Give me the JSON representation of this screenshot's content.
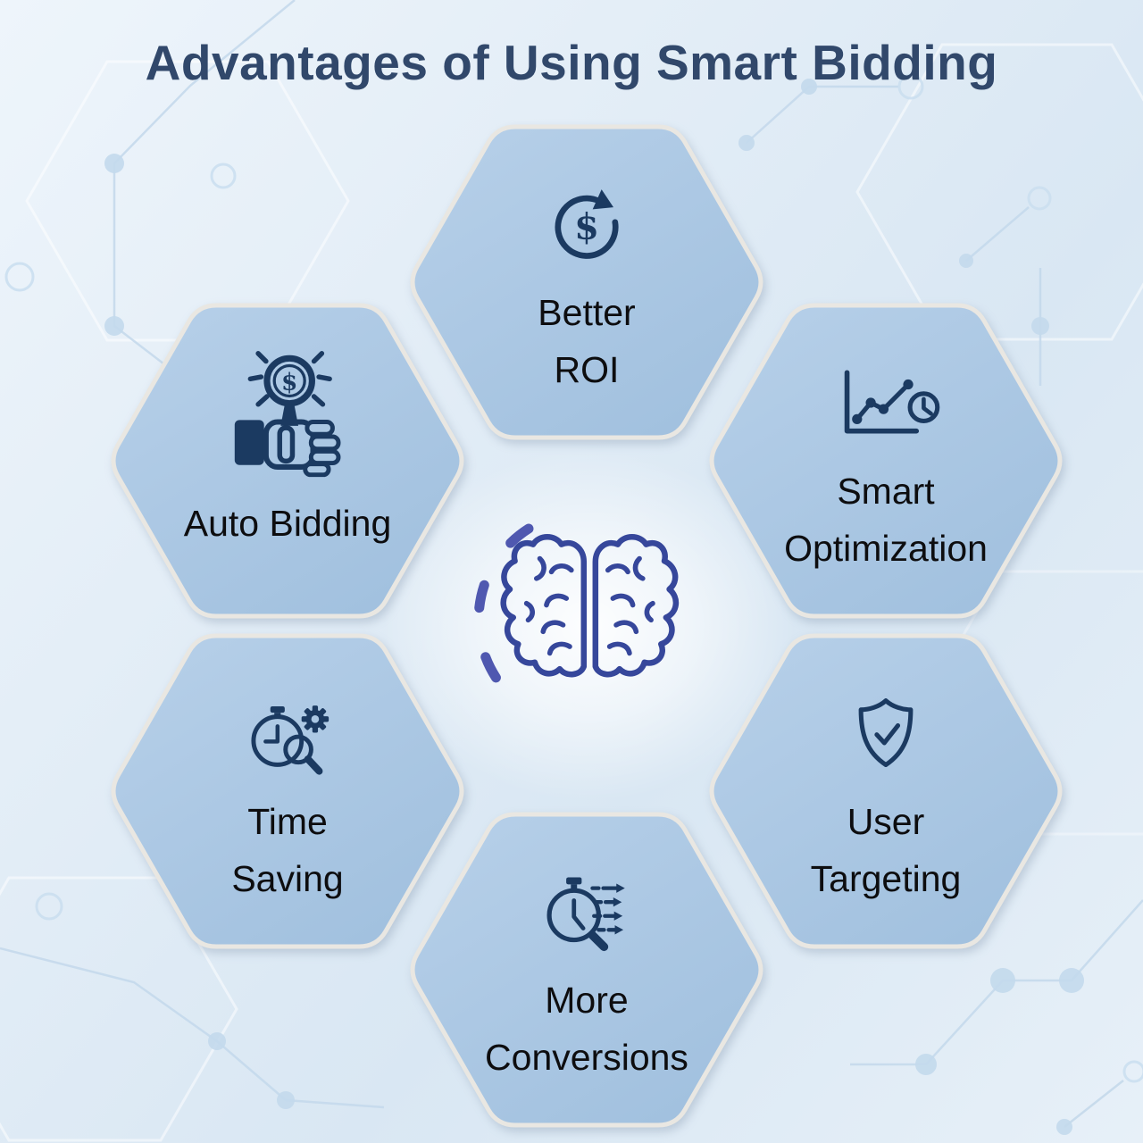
{
  "title": "Advantages of Using Smart Bidding",
  "glyphs": {
    "dollar": "$"
  },
  "center": {
    "icon": "brain-icon"
  },
  "items": [
    {
      "id": "better-roi",
      "position": "top",
      "icon": "dollar-refresh-icon",
      "line1": "Better",
      "line2": "ROI"
    },
    {
      "id": "smart-optimization",
      "position": "top-right",
      "icon": "chart-growth-clock-icon",
      "line1": "Smart",
      "line2": "Optimization"
    },
    {
      "id": "user-targeting",
      "position": "bottom-right",
      "icon": "shield-check-icon",
      "line1": "User",
      "line2": "Targeting"
    },
    {
      "id": "more-conversions",
      "position": "bottom",
      "icon": "stopwatch-speed-arrows-icon",
      "line1": "More",
      "line2": "Conversions"
    },
    {
      "id": "time-saving",
      "position": "bottom-left",
      "icon": "clock-gear-magnifier-icon",
      "line1": "Time",
      "line2": "Saving"
    },
    {
      "id": "auto-bidding",
      "position": "top-left",
      "icon": "hand-magnifier-dollar-icon",
      "line1": "Auto Bidding",
      "line2": ""
    }
  ],
  "colors": {
    "background": "#e3eef7",
    "hexagon_fill": "#abc7e3",
    "hexagon_border": "#e9e7e2",
    "icon_navy": "#1b3a61",
    "brain_indigo": "#36479b",
    "brain_dash": "#4f58b0",
    "title": "#31486b",
    "label": "#0d0d0f"
  }
}
